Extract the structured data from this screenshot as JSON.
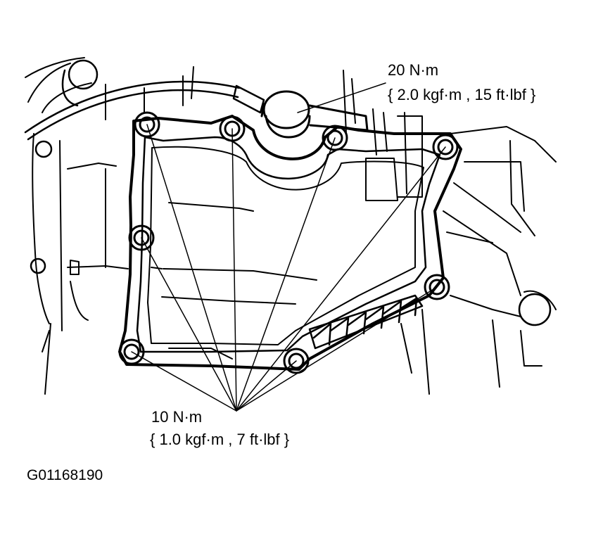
{
  "torque_top": {
    "value": "20 N·m",
    "conversion": "{ 2.0 kgf·m , 15 ft·lbf }"
  },
  "torque_bottom": {
    "value": "10 N·m",
    "conversion": "{ 1.0 kgf·m , 7 ft·lbf }"
  },
  "figure_code": "G01168190",
  "colors": {
    "line": "#000000",
    "background": "#ffffff"
  }
}
